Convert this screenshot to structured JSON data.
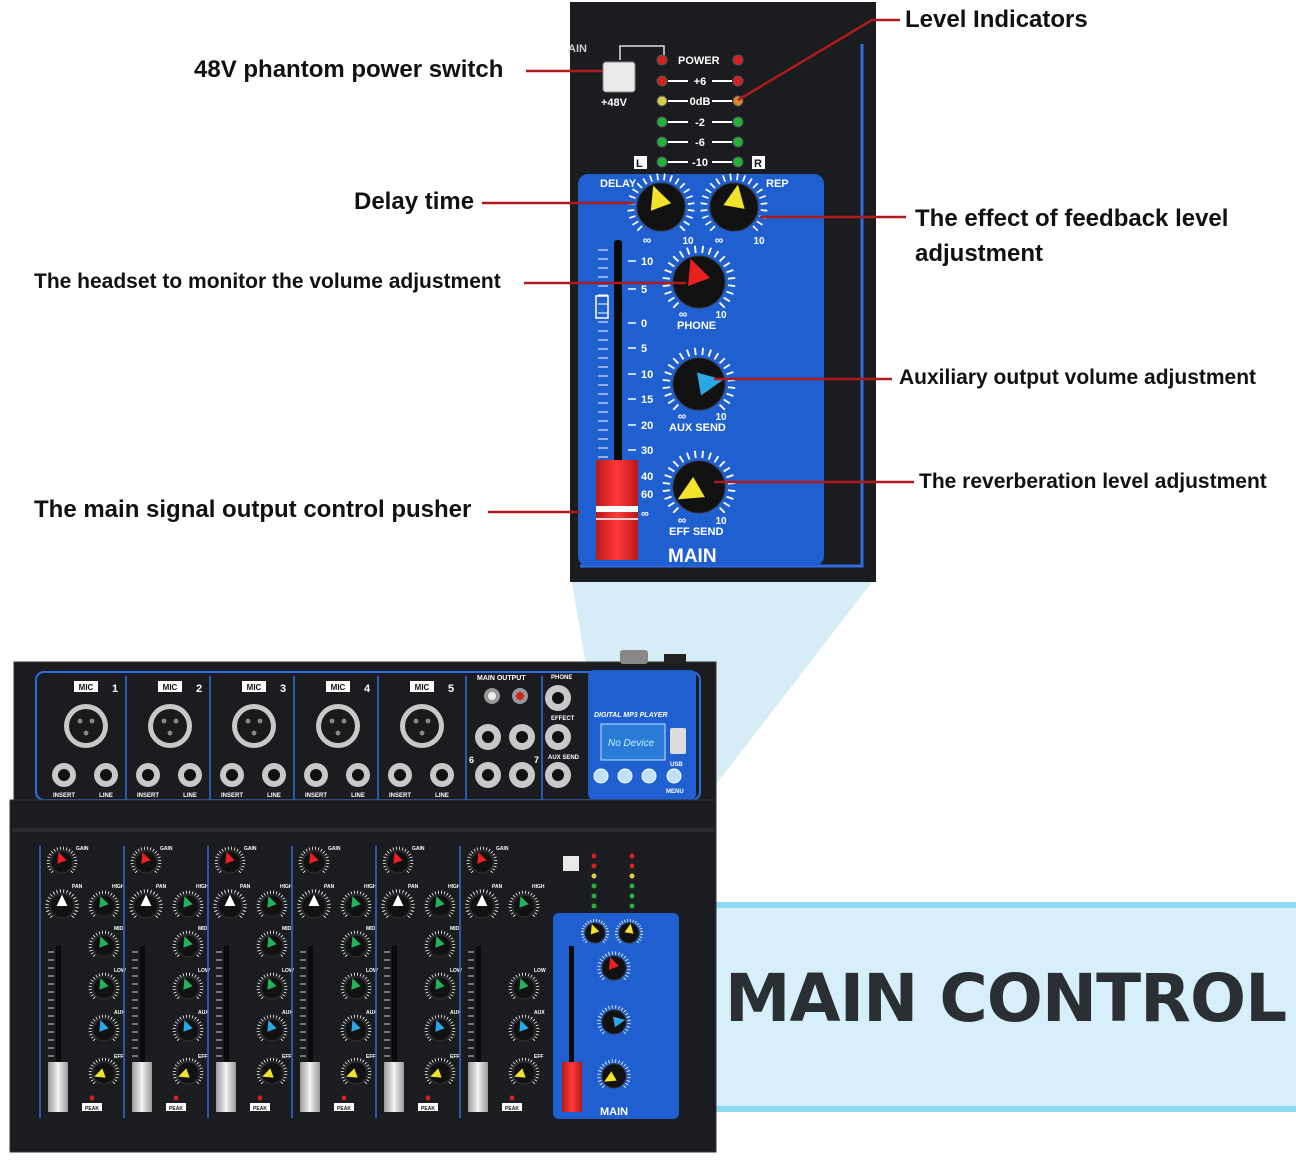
{
  "callouts": {
    "level_indicators": "Level Indicators",
    "phantom_power": "48V phantom power switch",
    "delay_time": "Delay time",
    "feedback_line1": "The effect of feedback level",
    "feedback_line2": "adjustment",
    "headset_volume": "The headset to monitor the volume adjustment",
    "aux_output": "Auxiliary output volume adjustment",
    "reverb_level": "The reverberation level adjustment",
    "main_pusher": "The main signal output control pusher"
  },
  "banner": {
    "title": "MAIN CONTROL"
  },
  "zoom_panel": {
    "ain": "AIN",
    "power": "POWER",
    "plus48": "+48V",
    "meter_labels": [
      "+6",
      "0dB",
      "-2",
      "-6",
      "-10"
    ],
    "left": "L",
    "right": "R",
    "delay": "DELAY",
    "rep": "REP",
    "phone": "PHONE",
    "aux_send": "AUX SEND",
    "eff_send": "EFF SEND",
    "main": "MAIN",
    "knob_min": "∞",
    "knob_max": "10",
    "fader_scale": [
      "10",
      "5",
      "0",
      "5",
      "10",
      "15",
      "20",
      "30",
      "40",
      "60",
      "∞"
    ]
  },
  "mixer": {
    "mic_label": "MIC",
    "channels": [
      "1",
      "2",
      "3",
      "4",
      "5"
    ],
    "insert": "INSERT",
    "line": "LINE",
    "main_output": "MAIN OUTPUT",
    "phone": "PHONE",
    "effect": "EFFECT",
    "aux_send": "AUX SEND",
    "mp3_title": "DIGITAL MP3 PLAYER",
    "lcd_text": "No Device",
    "usb": "USB",
    "menu": "MENU",
    "stereo_ch": [
      "6",
      "7"
    ],
    "strip_labels": {
      "gain": "GAIN",
      "pan": "PAN",
      "high": "HIGH",
      "mid": "MID",
      "low": "LOW",
      "aux": "AUX",
      "eff": "EFF",
      "peak": "PEAK"
    },
    "main_small": "MAIN"
  },
  "colors": {
    "panel_black": "#1b1c1f",
    "panel_blue": "#1f5fd0",
    "callout_line": "#b01a1a",
    "banner_fill": "#d7effa",
    "banner_band": "#8fd8f2",
    "fader_red": "#e02a2a"
  }
}
